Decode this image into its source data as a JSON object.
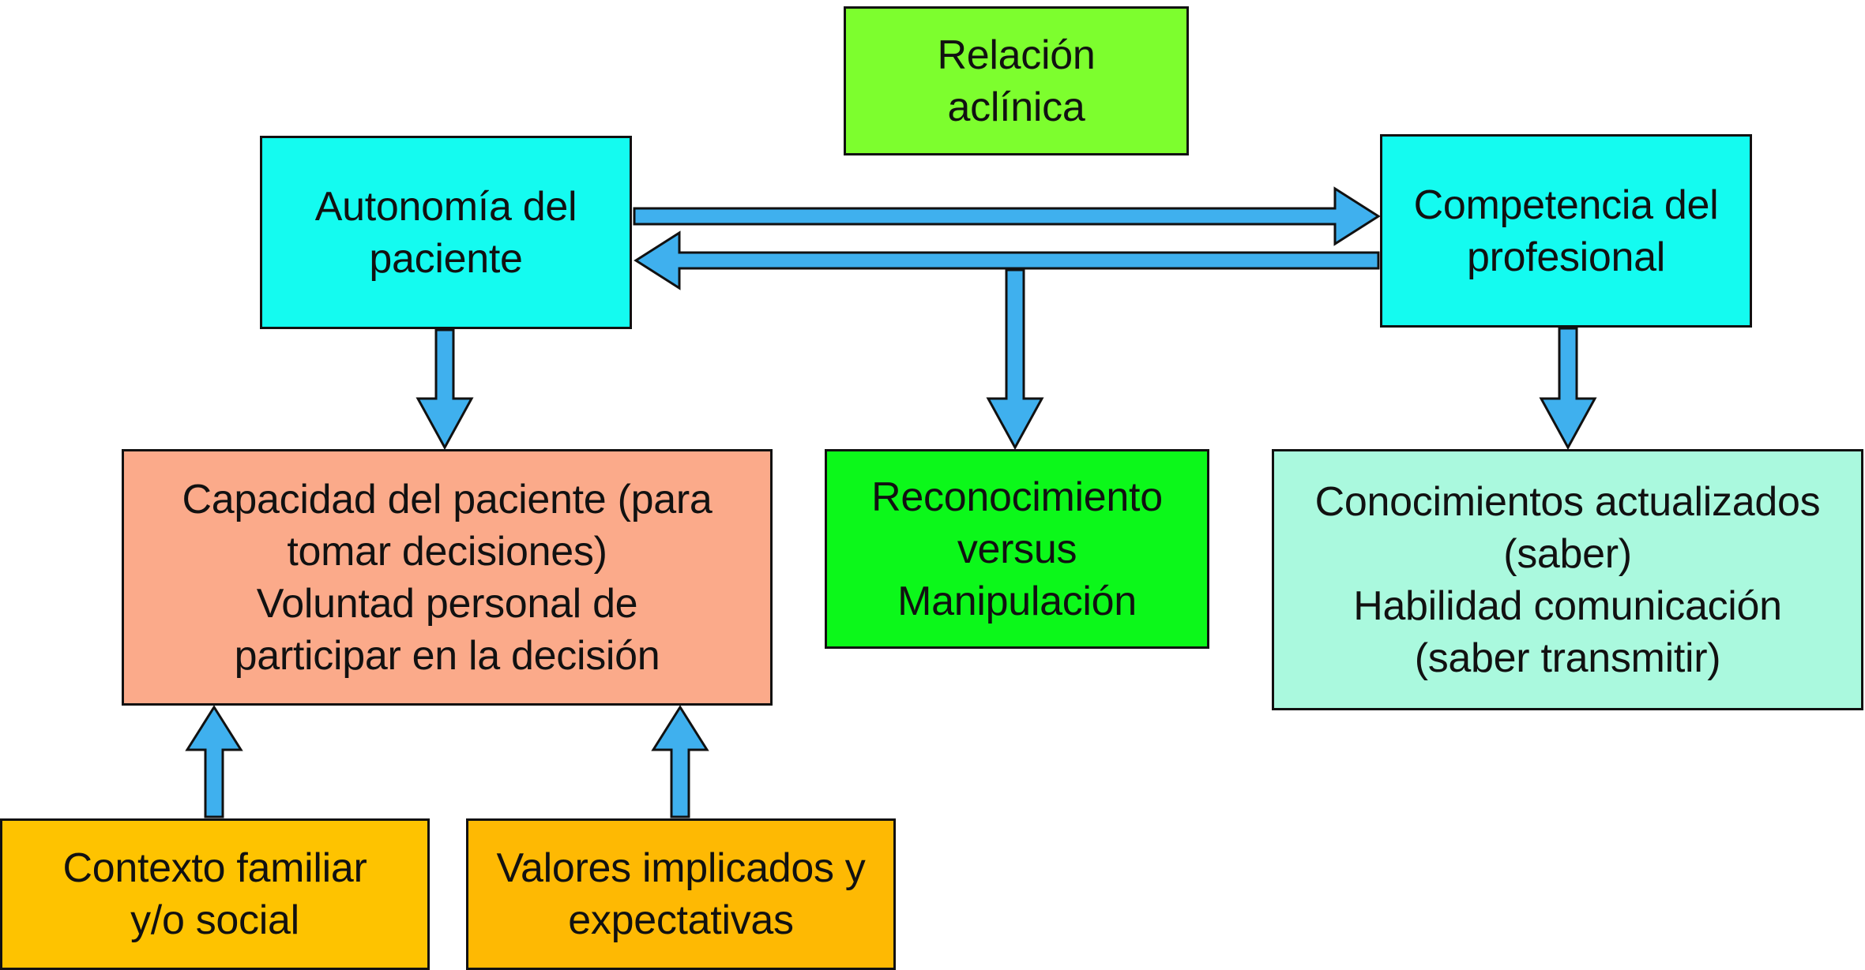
{
  "colors": {
    "arrow_fill": "#3fb0ee",
    "arrow_stroke": "#111111",
    "relacion": "#7dfe2e",
    "autonomia": "#14fbf0",
    "competencia": "#14fbf0",
    "capacidad": "#fbaa8a",
    "reconocimiento": "#0cf81a",
    "conocimientos": "#aaf9de",
    "contexto": "#fec300",
    "valores": "#feb903"
  },
  "nodes": {
    "relacion": {
      "lines": [
        "Relación",
        "aclínica"
      ]
    },
    "autonomia": {
      "lines": [
        "Autonomía del",
        "paciente"
      ]
    },
    "competencia": {
      "lines": [
        "Competencia del",
        "profesional"
      ]
    },
    "capacidad": {
      "lines": [
        "Capacidad del paciente (para",
        "tomar decisiones)",
        "Voluntad personal de",
        "participar en la decisión"
      ]
    },
    "reconocimiento": {
      "lines": [
        "Reconocimiento",
        "versus",
        "Manipulación"
      ]
    },
    "conocimientos": {
      "lines": [
        "Conocimientos actualizados",
        "(saber)",
        "Habilidad comunicación",
        "(saber transmitir)"
      ]
    },
    "contexto": {
      "lines": [
        "Contexto familiar",
        "y/o social"
      ]
    },
    "valores": {
      "lines": [
        "Valores implicados y",
        "expectativas"
      ]
    }
  },
  "connections": [
    {
      "from": "autonomia",
      "to": "competencia"
    },
    {
      "from": "competencia",
      "to": "autonomia"
    },
    {
      "from": "autonomia",
      "to": "capacidad"
    },
    {
      "from": "competencia",
      "to": "reconocimiento"
    },
    {
      "from": "competencia",
      "to": "conocimientos"
    },
    {
      "from": "contexto",
      "to": "capacidad"
    },
    {
      "from": "valores",
      "to": "capacidad"
    }
  ]
}
